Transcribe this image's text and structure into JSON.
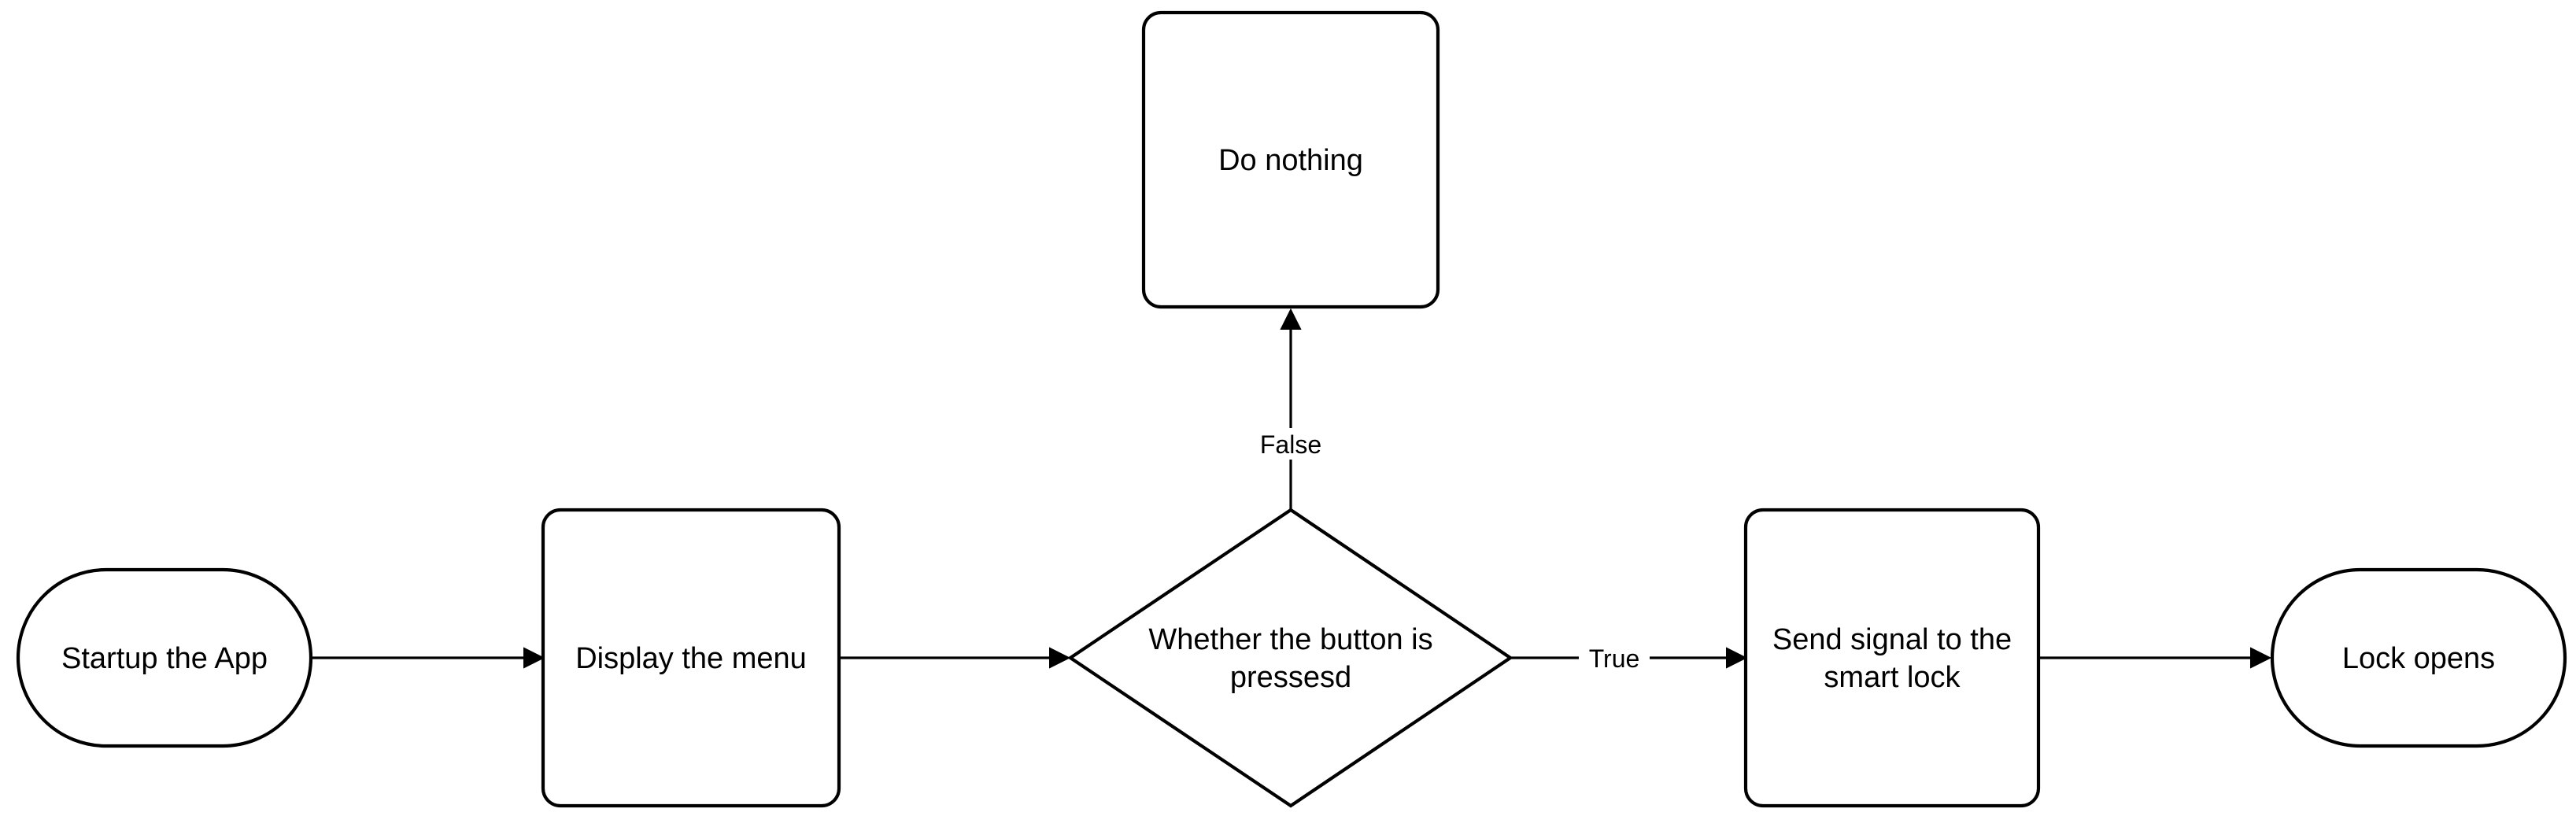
{
  "nodes": {
    "start": {
      "label": "Startup the App"
    },
    "menu": {
      "label": "Display the menu"
    },
    "decision": {
      "line1": "Whether the button is",
      "line2": "pressesd"
    },
    "nothing": {
      "label": "Do nothing"
    },
    "signal": {
      "line1": "Send signal to the",
      "line2": "smart lock"
    },
    "end": {
      "label": "Lock opens"
    }
  },
  "edges": {
    "true_label": "True",
    "false_label": "False"
  }
}
